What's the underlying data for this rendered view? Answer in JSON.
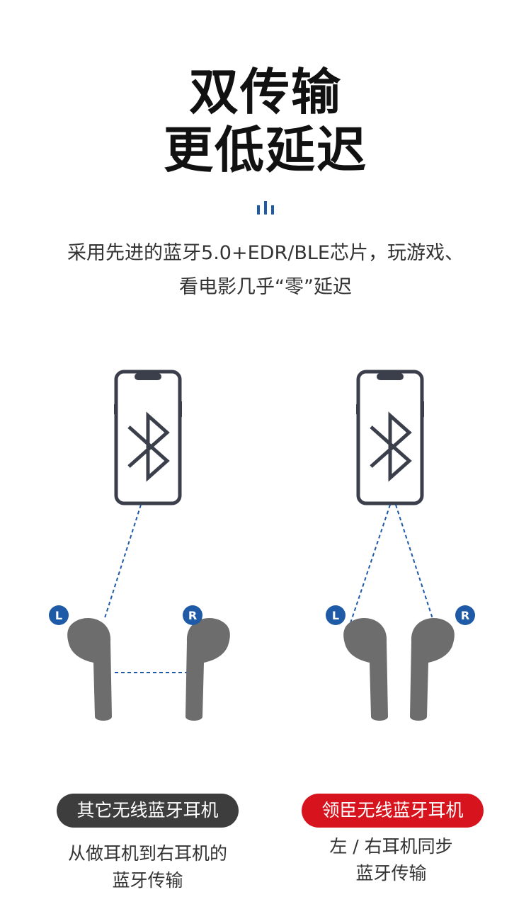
{
  "heading": {
    "line1": "双传输",
    "line2": "更低延迟"
  },
  "description": {
    "line1": "采用先进的蓝牙5.0+EDR/BLE芯片，玩游戏、",
    "line2": "看电影几乎“零”延迟"
  },
  "diagrams": {
    "left": {
      "badge_l": "L",
      "badge_r": "R",
      "pill_label": "其它无线蓝牙耳机",
      "caption_line1": "从做耳机到右耳机的",
      "caption_line2": "蓝牙传输"
    },
    "right": {
      "badge_l": "L",
      "badge_r": "R",
      "pill_label": "领臣无线蓝牙耳机",
      "caption_line1": "左 / 右耳机同步",
      "caption_line2": "蓝牙传输"
    }
  },
  "colors": {
    "accent_blue": "#1f5aa6",
    "highlight_red": "#d7141d",
    "dark_pill": "#3d3d3d",
    "earbud_gray": "#6d6d6d",
    "phone_outline": "#3b3f4b"
  },
  "icons": [
    "bluetooth-icon",
    "phone-icon",
    "earbud-icon",
    "signal-bars-icon"
  ]
}
